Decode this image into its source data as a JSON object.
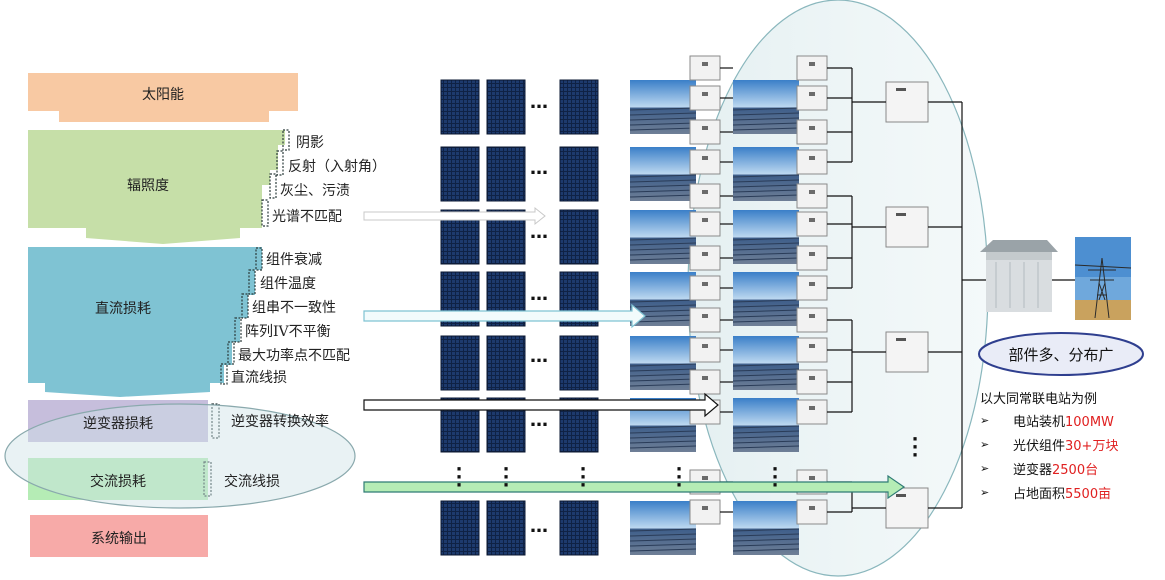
{
  "stages": {
    "solar": "太阳能",
    "irradiance": "辐照度",
    "dc_loss": "直流损耗",
    "inverter_loss": "逆变器损耗",
    "ac_loss": "交流损耗",
    "output": "系统输出"
  },
  "irradiance_factors": [
    "阴影",
    "反射（入射角）",
    "灰尘、污渍",
    "光谱不匹配"
  ],
  "dc_factors": [
    "组件衰减",
    "组件温度",
    "组串不一致性",
    "阵列IV不平衡",
    "最大功率点不匹配",
    "直流线损"
  ],
  "inverter_factor": "逆变器转换效率",
  "ac_factor": "交流线损",
  "callout": "部件多、分布广",
  "example": {
    "title": "以大同常联电站为例",
    "items": [
      {
        "label": "电站装机",
        "value": "100MW"
      },
      {
        "label": "光伏组件",
        "value": "30+万块"
      },
      {
        "label": "逆变器",
        "value": "2500台"
      },
      {
        "label": "占地面积",
        "value": "5500亩"
      }
    ]
  },
  "icons": {
    "bullet": "arrow-bullet-icon",
    "solar_panel": "solar-panel-icon",
    "inverter": "inverter-icon",
    "combiner": "combiner-box-icon",
    "transformer": "box-transformer-icon",
    "pylon": "transmission-tower-icon"
  },
  "colors": {
    "solar": "#f8c9a3",
    "irradiance": "#c6dfa8",
    "dc": "#7fc3d3",
    "inverter": "#c6bedc",
    "ac": "#b5ecb5",
    "output": "#f7aaa8",
    "callout_stroke": "#2f3f8f",
    "highlight": "#e02020"
  }
}
